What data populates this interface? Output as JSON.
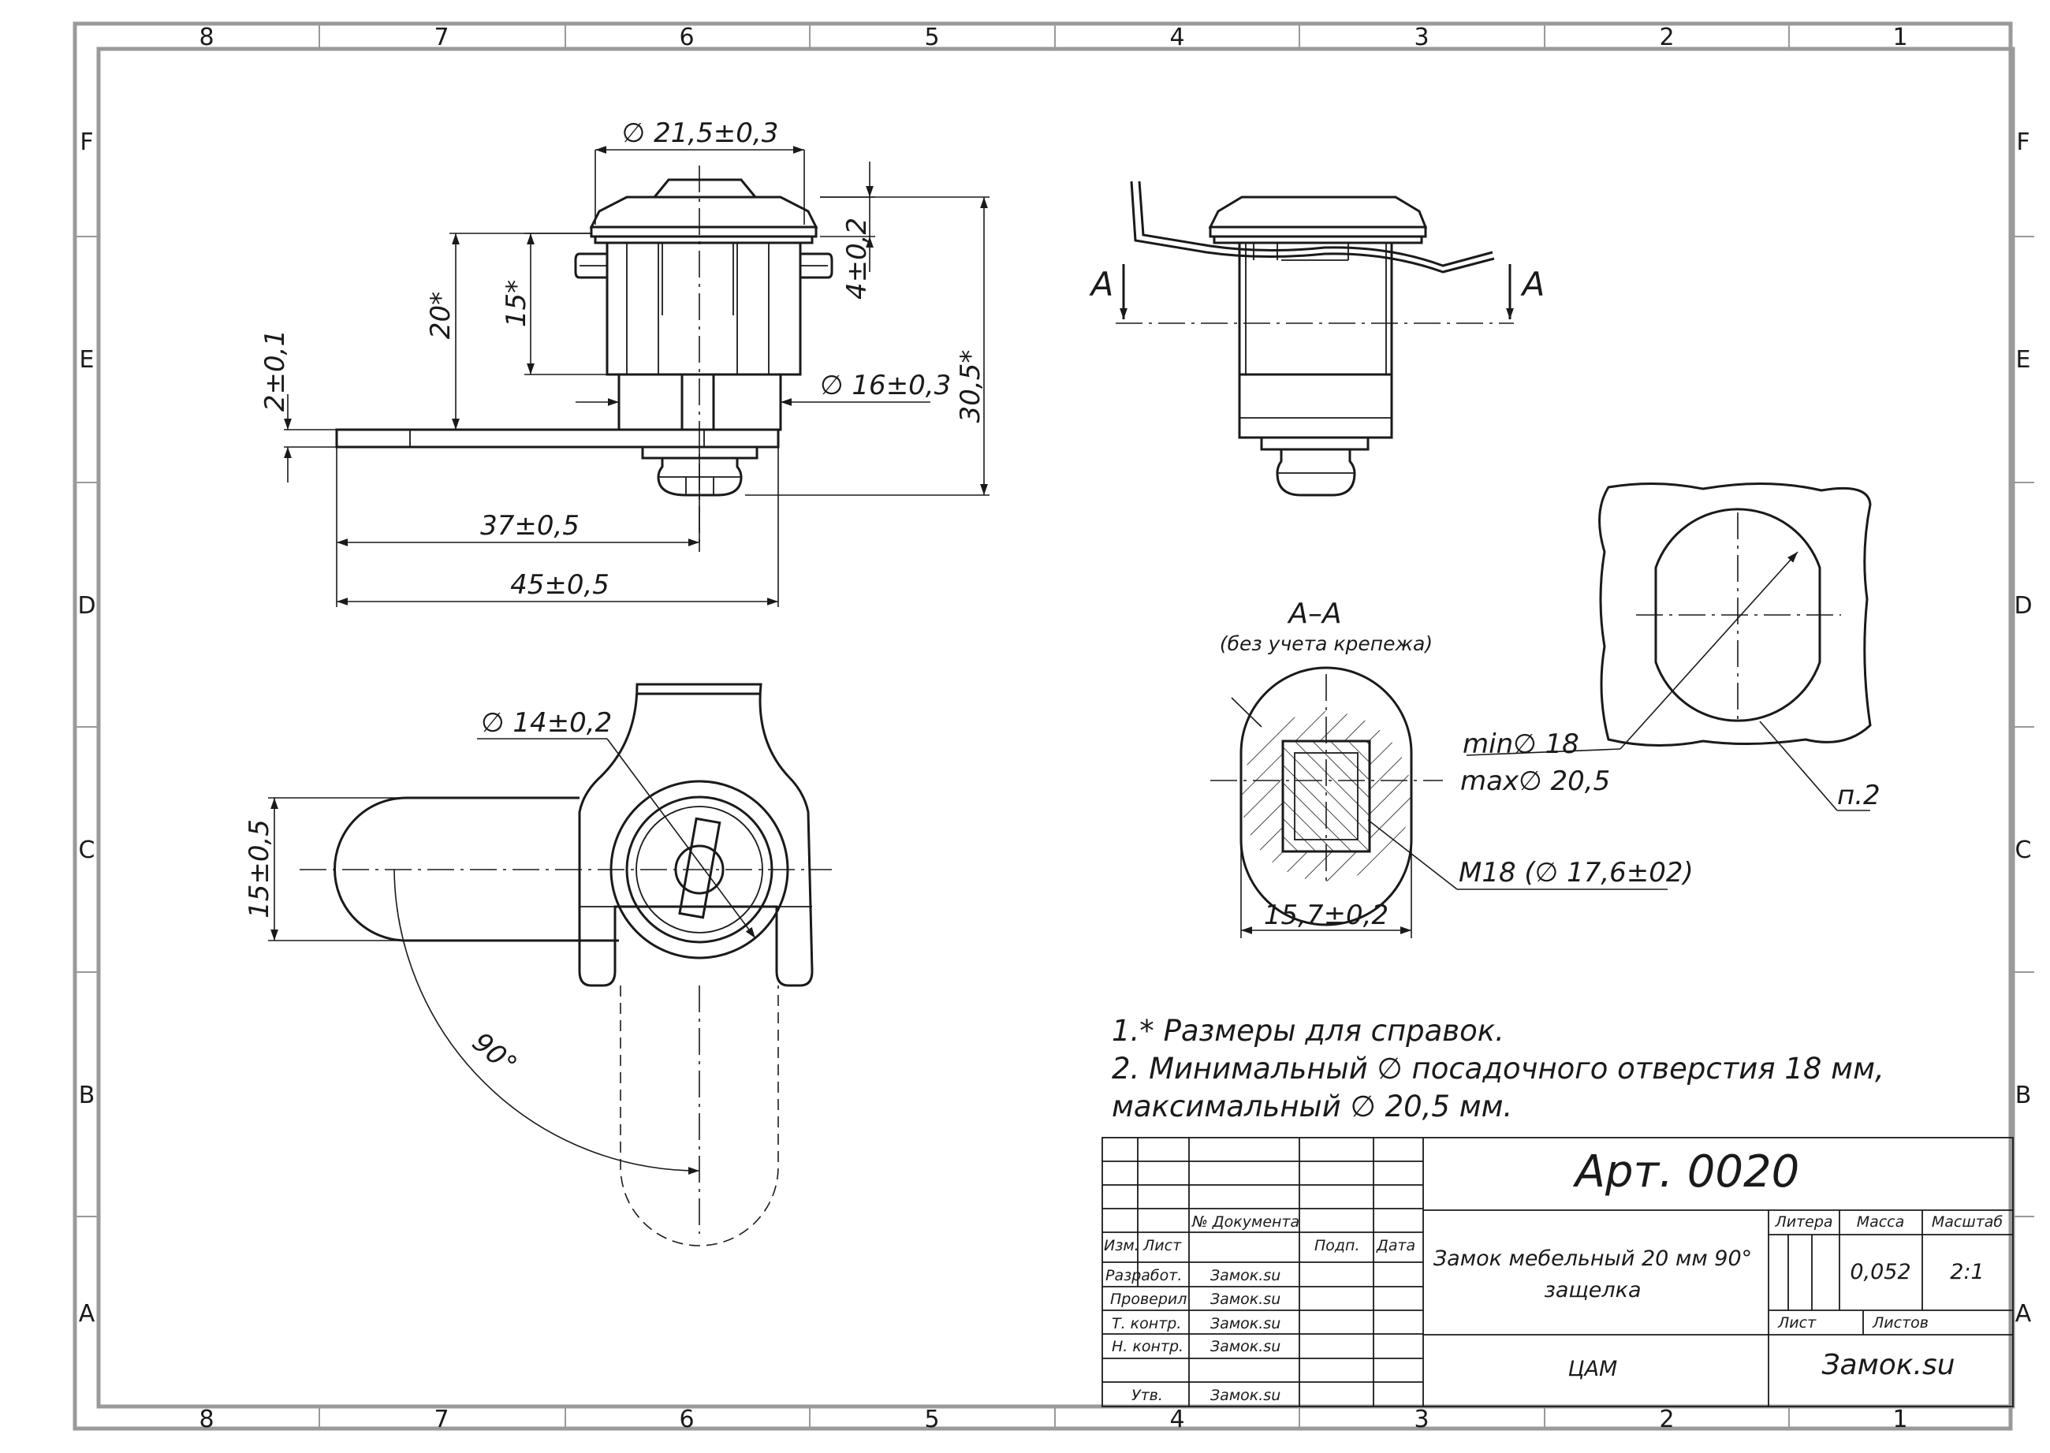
{
  "zone_columns": [
    "8",
    "7",
    "6",
    "5",
    "4",
    "3",
    "2",
    "1"
  ],
  "zone_rows": [
    "F",
    "E",
    "D",
    "C",
    "B",
    "A"
  ],
  "dimensions": {
    "d_21_5": "∅ 21,5±0,3",
    "d_16": "∅ 16±0,3",
    "h_20": "20*",
    "h_15": "15*",
    "h_4": "4±0,2",
    "h_2": "2±0,1",
    "h_30_5": "30,5*",
    "l_37": "37±0,5",
    "l_45": "45±0,5",
    "d_14": "∅ 14±0,2",
    "w_15": "15±0,5",
    "angle_90": "90°",
    "section_15_7": "15,7±0,2",
    "thread_m18": "M18 (∅ 17,6±02)",
    "hole_min": "min∅ 18",
    "hole_max": "max∅ 20,5",
    "item_ref": "п.2"
  },
  "section": {
    "cut_label": "А",
    "title": "А–А",
    "subtitle": "(без учета крепежа)"
  },
  "notes": [
    "1.* Размеры для справок.",
    "2. Минимальный ∅ посадочного отверстия 18 мм,",
    "максимальный ∅ 20,5 мм."
  ],
  "title_block": {
    "art": "Арт. 0020",
    "name_line1": "Замок мебельный 20 мм 90°",
    "name_line2": "защелка",
    "organization": "ЦАМ",
    "company": "Замок.su",
    "col_doc": "№ Документа",
    "col_izm": "Изм.",
    "col_list": "Лист",
    "col_podp": "Подп.",
    "col_data": "Дата",
    "rows": [
      {
        "role": "Разработ.",
        "name": "Замок.su"
      },
      {
        "role": "Проверил",
        "name": "Замок.su"
      },
      {
        "role": "Т. контр.",
        "name": "Замок.su"
      },
      {
        "role": "Н. контр.",
        "name": "Замок.su"
      },
      {
        "role": "Утв.",
        "name": "Замок.su"
      }
    ],
    "litera_label": "Литера",
    "mass_label": "Масса",
    "scale_label": "Масштаб",
    "mass": "0,052",
    "scale": "2:1",
    "sheet_label": "Лист",
    "sheets_label": "Листов"
  }
}
